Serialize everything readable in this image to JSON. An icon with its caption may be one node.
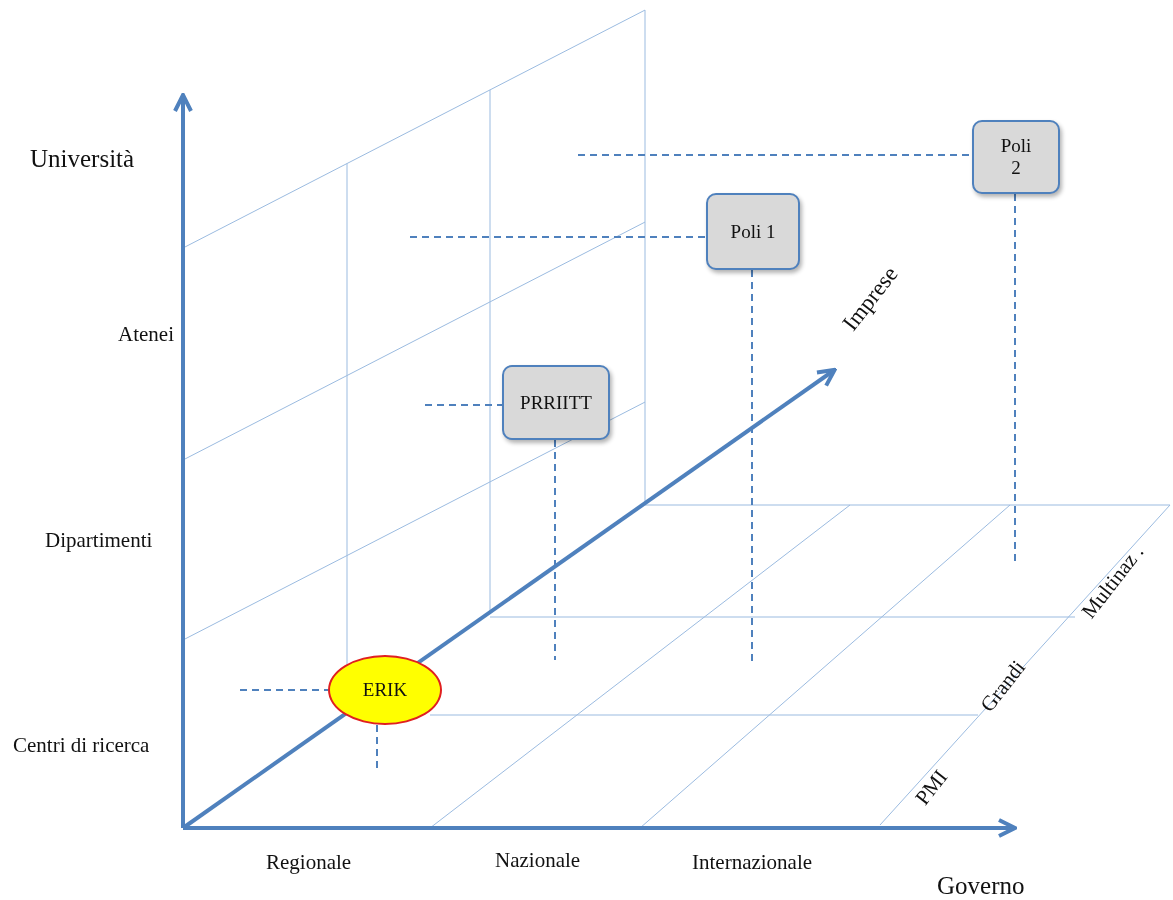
{
  "diagram": {
    "nodes": [
      {
        "text": [
          "Poli 2"
        ]
      },
      {
        "text": [
          "Poli 1"
        ]
      },
      {
        "text": [
          "PRRIITT"
        ]
      },
      {
        "text": [
          "ERIK"
        ]
      }
    ],
    "labels": [
      "Università",
      "Imprese",
      "Atenei",
      "Dipartimenti",
      "Multinaz .",
      "Grandi",
      "Centri di ricerca",
      "PMI",
      "Regionale",
      "Nazionale",
      "Internazionale",
      "Governo"
    ]
  }
}
